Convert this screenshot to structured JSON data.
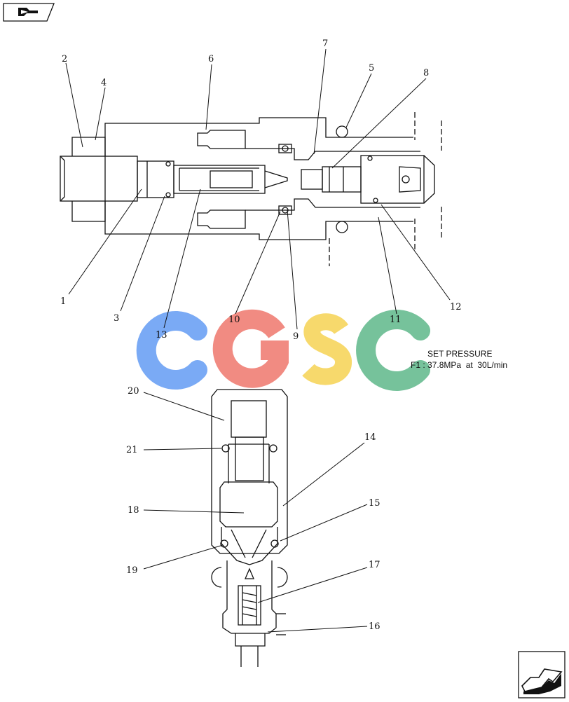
{
  "navigation": {
    "back_icon": "back-arrow-icon",
    "next_icon": "next-page-arrow-icon"
  },
  "watermark": {
    "letters": [
      "C",
      "G",
      "S",
      "C"
    ],
    "colors": [
      "#7aaaf5",
      "#f18b82",
      "#f7d96c",
      "#76c29b"
    ]
  },
  "spec": {
    "line1": "SET PRESSURE",
    "line2": "F1 : 37.8MPa  at  30L/min"
  },
  "callouts": [
    "1",
    "2",
    "3",
    "4",
    "5",
    "6",
    "7",
    "8",
    "9",
    "10",
    "11",
    "12",
    "13",
    "14",
    "15",
    "16",
    "17",
    "18",
    "19",
    "20",
    "21"
  ],
  "colors": {
    "ink": "#111111",
    "background": "#ffffff"
  }
}
